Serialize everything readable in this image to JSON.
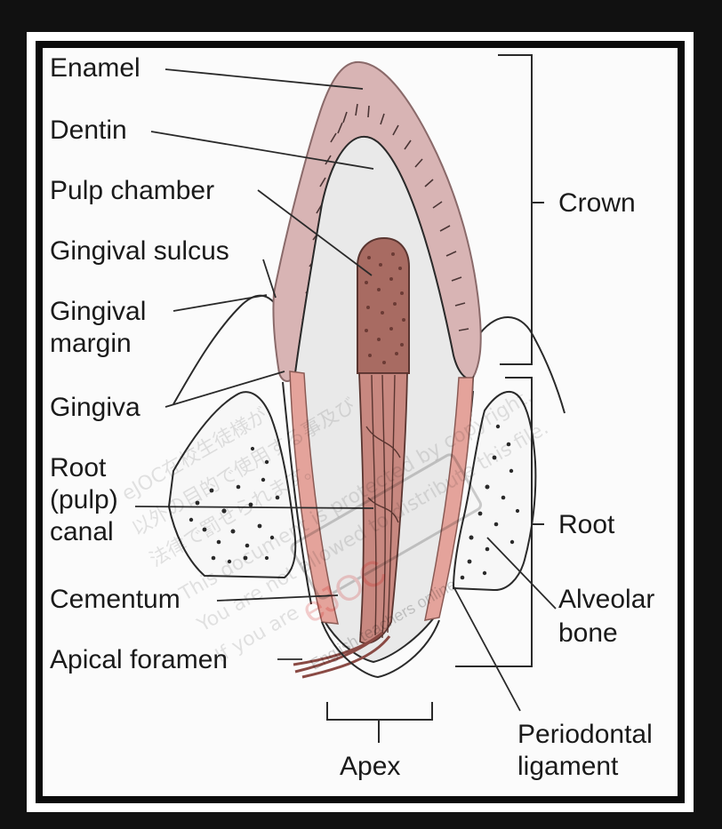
{
  "diagram": {
    "labels": {
      "enamel": "Enamel",
      "dentin": "Dentin",
      "pulp_chamber": "Pulp chamber",
      "gingival_sulcus": "Gingival sulcus",
      "gingival_margin_1": "Gingival",
      "gingival_margin_2": "margin",
      "gingiva": "Gingiva",
      "root_canal_1": "Root",
      "root_canal_2": "(pulp)",
      "root_canal_3": "canal",
      "cementum": "Cementum",
      "apical_foramen": "Apical foramen",
      "crown": "Crown",
      "root": "Root",
      "alveolar_bone_1": "Alveolar",
      "alveolar_bone_2": "bone",
      "periodontal_ligament_1": "Periodontal",
      "periodontal_ligament_2": "ligament",
      "apex": "Apex"
    },
    "watermark": {
      "line1": "eJOC在校生徒様が",
      "line2": "以外の目的で使用する事及び",
      "line3": "法律で罰せられます。",
      "line4": "This document is protected by copyright.",
      "line5": "You are not allowed to distribute this file.",
      "line6": "If you are",
      "logo": "eJOC",
      "tagline": "English teachers online"
    },
    "colors": {
      "enamel": "#d8b4b4",
      "dentin": "#e9e9e9",
      "pulp": "#a86b62",
      "cementum": "#e4a39b",
      "line": "#2a2a2a"
    }
  }
}
